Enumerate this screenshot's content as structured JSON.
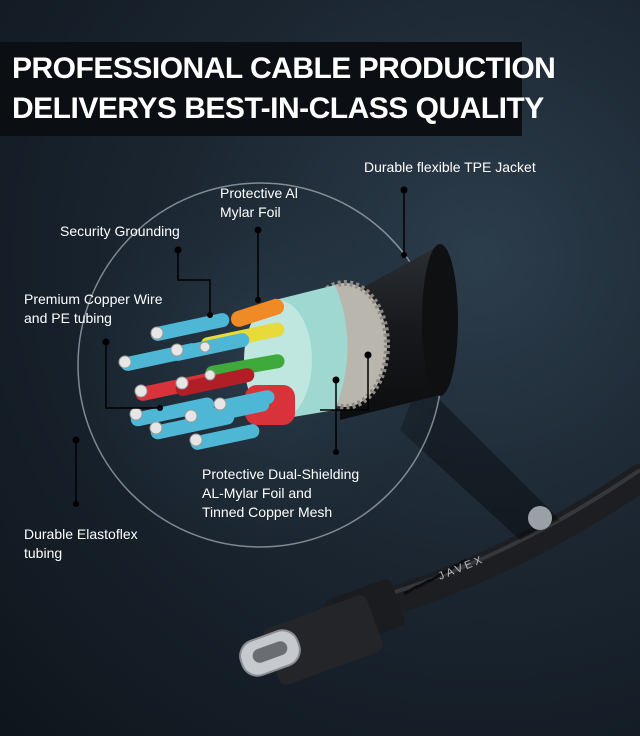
{
  "headline": {
    "line1": "PROFESSIONAL CABLE PRODUCTION",
    "line2": "DELIVERYS BEST-IN-CLASS QUALITY"
  },
  "callouts": {
    "jacket": "Durable flexible TPE Jacket",
    "mylar_line1": "Protective Al",
    "mylar_line2": "Mylar Foil",
    "grounding": "Security Grounding",
    "copper_line1": "Premium Copper Wire",
    "copper_line2": "and PE tubing",
    "shielding_line1": "Protective Dual-Shielding",
    "shielding_line2": "AL-Mylar Foil and",
    "shielding_line3": "Tinned Copper Mesh",
    "elastoflex_line1": "Durable Elastoflex",
    "elastoflex_line2": "tubing"
  },
  "brand_on_cable": "JAVEX",
  "colors": {
    "background": "#1b2631",
    "headline_bg": "#0b0f14",
    "text": "#ffffff",
    "leader_line": "#000000",
    "jacket": "#1a1c1f",
    "foil_shield": "#9ed8d0",
    "wire_teal": "#4fb7d6",
    "wire_red": "#d8323a",
    "wire_green": "#3faa3c",
    "wire_yellow": "#e8da3a",
    "wire_orange": "#f08a24"
  }
}
